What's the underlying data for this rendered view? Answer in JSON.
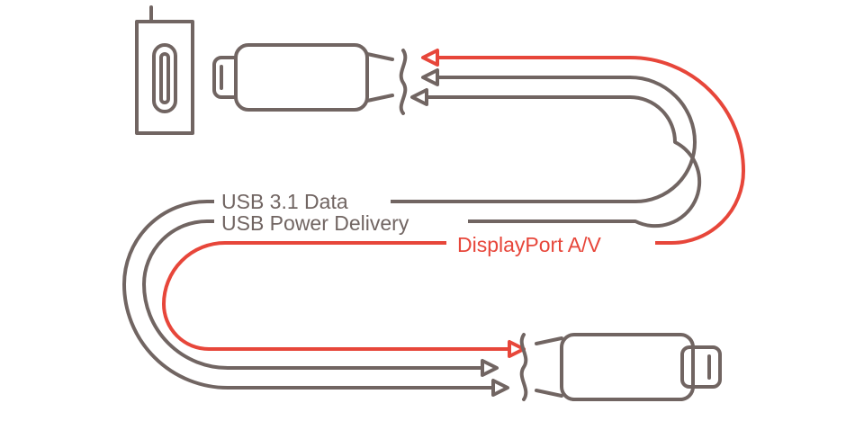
{
  "colors": {
    "line_gray": "#716562",
    "accent_red": "#e7463a",
    "background": "#ffffff"
  },
  "labels": {
    "usb_data": "USB 3.1 Data",
    "usb_power": "USB Power Delivery",
    "displayport": "DisplayPort A/V"
  },
  "icons": [
    "usb-c-port-icon",
    "usb-c-plug-icon",
    "arrow-head-icon",
    "cable-break-icon"
  ]
}
